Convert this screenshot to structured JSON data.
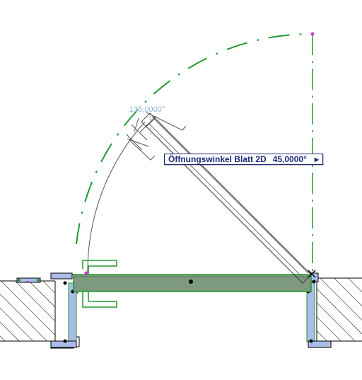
{
  "tooltip": {
    "label": "Öffnungswinkel Blatt 2D",
    "value": "45,0000°",
    "arrow_icon": "triangle-right-icon"
  },
  "dimension": {
    "label": "135,0000°"
  },
  "colors": {
    "accent_green": "#1f9a2e",
    "door_fill": "#7e9a7e",
    "frame_blue": "#a9bde8",
    "tooltip_text": "#1c2a78",
    "dim_text": "#8fb8e0",
    "hotspot": "#cc33cc"
  }
}
